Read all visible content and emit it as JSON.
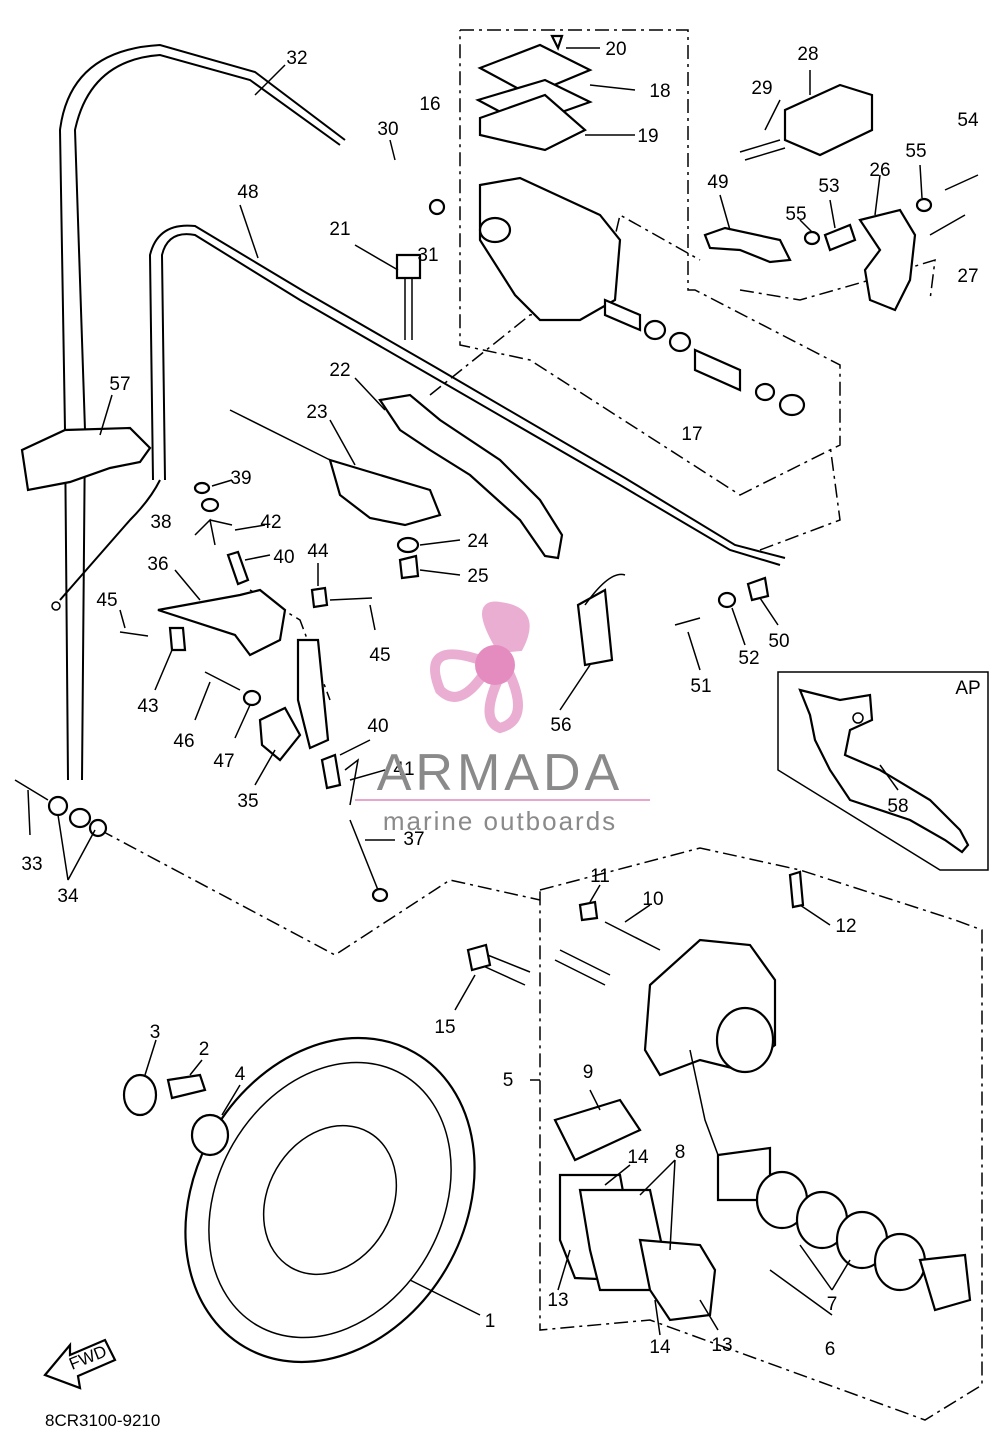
{
  "diagram": {
    "part_labels": [
      {
        "id": "p1",
        "text": "1"
      },
      {
        "id": "p2",
        "text": "2"
      },
      {
        "id": "p3",
        "text": "3"
      },
      {
        "id": "p4",
        "text": "4"
      },
      {
        "id": "p5",
        "text": "5"
      },
      {
        "id": "p6",
        "text": "6"
      },
      {
        "id": "p7",
        "text": "7"
      },
      {
        "id": "p8",
        "text": "8"
      },
      {
        "id": "p9",
        "text": "9"
      },
      {
        "id": "p10",
        "text": "10"
      },
      {
        "id": "p11",
        "text": "11"
      },
      {
        "id": "p12",
        "text": "12"
      },
      {
        "id": "p13a",
        "text": "13"
      },
      {
        "id": "p13b",
        "text": "13"
      },
      {
        "id": "p14a",
        "text": "14"
      },
      {
        "id": "p14b",
        "text": "14"
      },
      {
        "id": "p15",
        "text": "15"
      },
      {
        "id": "p16",
        "text": "16"
      },
      {
        "id": "p17",
        "text": "17"
      },
      {
        "id": "p18",
        "text": "18"
      },
      {
        "id": "p19",
        "text": "19"
      },
      {
        "id": "p20",
        "text": "20"
      },
      {
        "id": "p21",
        "text": "21"
      },
      {
        "id": "p22",
        "text": "22"
      },
      {
        "id": "p23",
        "text": "23"
      },
      {
        "id": "p24",
        "text": "24"
      },
      {
        "id": "p25",
        "text": "25"
      },
      {
        "id": "p26",
        "text": "26"
      },
      {
        "id": "p27",
        "text": "27"
      },
      {
        "id": "p28",
        "text": "28"
      },
      {
        "id": "p29",
        "text": "29"
      },
      {
        "id": "p30",
        "text": "30"
      },
      {
        "id": "p31",
        "text": "31"
      },
      {
        "id": "p32",
        "text": "32"
      },
      {
        "id": "p33",
        "text": "33"
      },
      {
        "id": "p34",
        "text": "34"
      },
      {
        "id": "p35",
        "text": "35"
      },
      {
        "id": "p36",
        "text": "36"
      },
      {
        "id": "p37",
        "text": "37"
      },
      {
        "id": "p38",
        "text": "38"
      },
      {
        "id": "p39",
        "text": "39"
      },
      {
        "id": "p40a",
        "text": "40"
      },
      {
        "id": "p40b",
        "text": "40"
      },
      {
        "id": "p41",
        "text": "41"
      },
      {
        "id": "p42",
        "text": "42"
      },
      {
        "id": "p43",
        "text": "43"
      },
      {
        "id": "p44",
        "text": "44"
      },
      {
        "id": "p45a",
        "text": "45"
      },
      {
        "id": "p45b",
        "text": "45"
      },
      {
        "id": "p46",
        "text": "46"
      },
      {
        "id": "p47",
        "text": "47"
      },
      {
        "id": "p48",
        "text": "48"
      },
      {
        "id": "p49",
        "text": "49"
      },
      {
        "id": "p50",
        "text": "50"
      },
      {
        "id": "p51",
        "text": "51"
      },
      {
        "id": "p52",
        "text": "52"
      },
      {
        "id": "p53",
        "text": "53"
      },
      {
        "id": "p54",
        "text": "54"
      },
      {
        "id": "p55a",
        "text": "55"
      },
      {
        "id": "p55b",
        "text": "55"
      },
      {
        "id": "p56",
        "text": "56"
      },
      {
        "id": "p57",
        "text": "57"
      },
      {
        "id": "p58",
        "text": "58"
      }
    ],
    "inset_tag": "AP",
    "forward_arrow": "FWD",
    "drawing_code": "8CR3100-9210"
  },
  "watermark": {
    "brand": "ARMADA",
    "tagline": "marine outboards",
    "colors": {
      "logo": "#e8a6cf",
      "logo_center": "#e27fb9",
      "text": "#8a8a8a"
    },
    "icon": "propeller-logo-icon"
  }
}
